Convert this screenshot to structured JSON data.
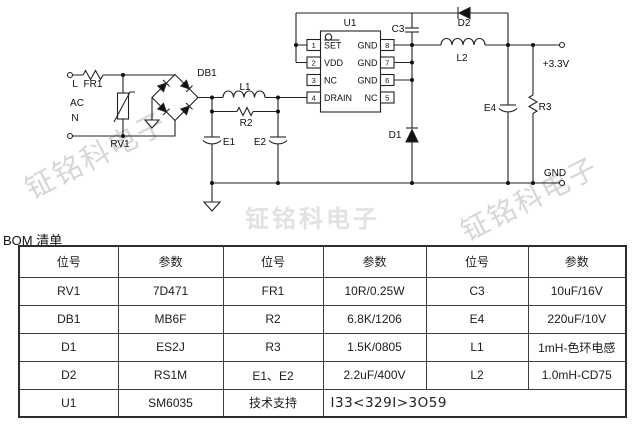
{
  "watermark": {
    "text": "钲铭科电子"
  },
  "schematic": {
    "labels": {
      "l": "L",
      "ac": "AC",
      "n": "N",
      "fr1": "FR1",
      "rv1": "RV1",
      "db1": "DB1",
      "l1": "L1",
      "r2": "R2",
      "e1": "E1",
      "e2": "E2",
      "u1": "U1",
      "c3": "C3",
      "d2": "D2",
      "l2": "L2",
      "vout": "+3.3V",
      "e4": "E4",
      "r3": "R3",
      "gnd": "GND",
      "d1": "D1"
    },
    "u1_pins": {
      "left": [
        {
          "num": "1",
          "name": "SET"
        },
        {
          "num": "2",
          "name": "VDD"
        },
        {
          "num": "3",
          "name": "NC"
        },
        {
          "num": "4",
          "name": "DRAIN"
        }
      ],
      "right": [
        {
          "num": "8",
          "name": "GND"
        },
        {
          "num": "7",
          "name": "GND"
        },
        {
          "num": "6",
          "name": "GND"
        },
        {
          "num": "5",
          "name": "NC"
        }
      ]
    }
  },
  "bom": {
    "title": "BOM 清单",
    "headers": [
      "位号",
      "参数",
      "位号",
      "参数",
      "位号",
      "参数"
    ],
    "rows": [
      [
        "RV1",
        "7D471",
        "FR1",
        "10R/0.25W",
        "C3",
        "10uF/16V"
      ],
      [
        "DB1",
        "MB6F",
        "R2",
        "6.8K/1206",
        "E4",
        "220uF/10V"
      ],
      [
        "D1",
        "ES2J",
        "R3",
        "1.5K/0805",
        "L1",
        "1mH-色环电感"
      ],
      [
        "D2",
        "RS1M",
        "E1、E2",
        "2.2uF/400V",
        "L2",
        "1.0mH-CD75"
      ]
    ],
    "footer": {
      "ref": "U1",
      "value": "SM6035",
      "support_label": "技术支持",
      "support_value": "I33<329I>3O59"
    }
  }
}
